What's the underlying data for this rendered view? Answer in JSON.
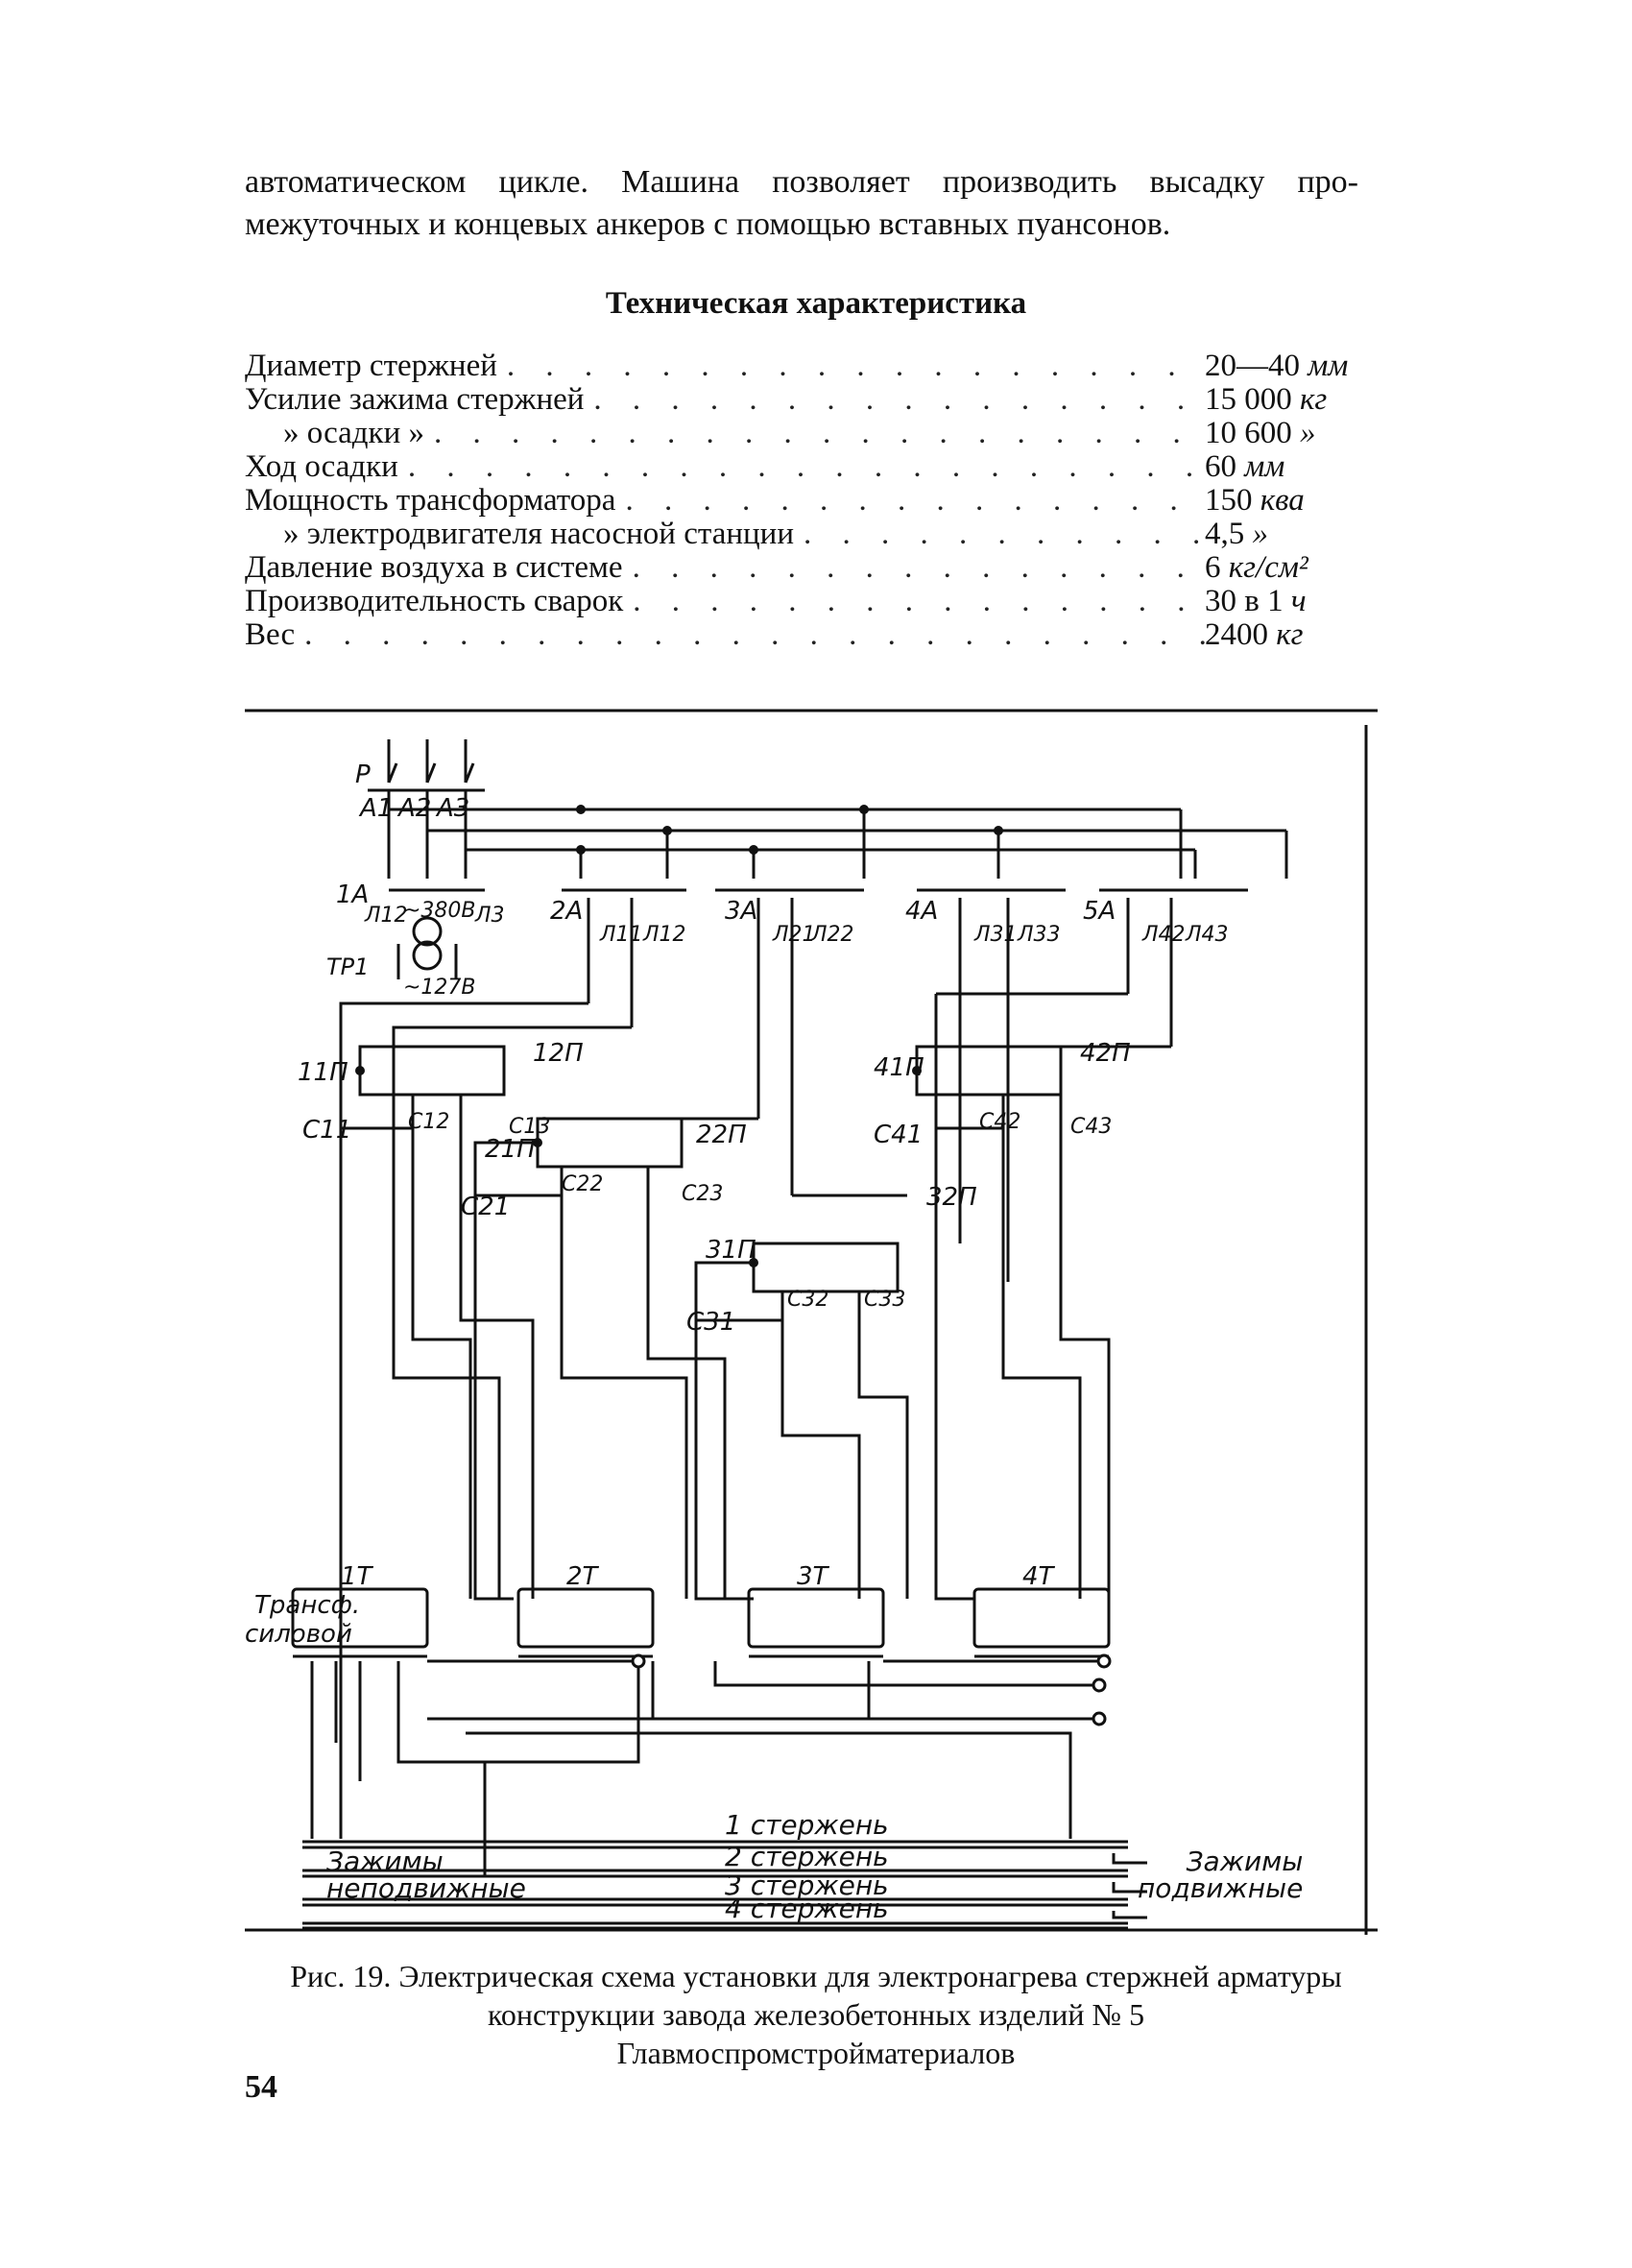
{
  "intro_text": "автоматическом цикле. Машина позволяет производить высадку про­межуточных и концевых анкеров с помощью вставных пуансонов.",
  "section_title": "Техническая характеристика",
  "specs": [
    {
      "label": "Диаметр стержней",
      "value": "20—40",
      "unit": "мм"
    },
    {
      "label": "Усилие зажима стержней",
      "value": "15 000",
      "unit": "кг"
    },
    {
      "label": "» осадки »",
      "value": "10 600",
      "unit": "»"
    },
    {
      "label": "Ход осадки",
      "value": "60",
      "unit": "мм"
    },
    {
      "label": "Мощность трансформатора",
      "value": "150",
      "unit": "ква"
    },
    {
      "label": "» электродвигателя насосной станции",
      "value": "4,5",
      "unit": "»"
    },
    {
      "label": "Давление воздуха в системе",
      "value": "6",
      "unit": "кг/см²"
    },
    {
      "label": "Производительность сварок",
      "value": "30 в 1",
      "unit": "ч"
    },
    {
      "label": "Вес",
      "value": "2400",
      "unit": "кг"
    }
  ],
  "diagram": {
    "top_labels": {
      "p": "Р",
      "a1": "А1",
      "a2": "А2",
      "a3": "А3"
    },
    "contactors": {
      "c1": "1А",
      "c2": "2А",
      "c3": "3А",
      "c4": "4А",
      "c5": "5А"
    },
    "lamps": {
      "l12": "Л12",
      "l3": "Л3",
      "l11": "Л11",
      "l12b": "Л12",
      "l21": "Л21",
      "l22": "Л22",
      "l31": "Л31",
      "l33": "Л33",
      "l42": "Л42",
      "l43": "Л43"
    },
    "voltages": {
      "v380": "~380В",
      "v127": "~127В",
      "tr": "ТР1"
    },
    "switches": {
      "p11": "11П",
      "p12": "12П",
      "p21": "21П",
      "p22": "22П",
      "p31": "31П",
      "p32": "32П",
      "p41": "41П",
      "p42": "42П"
    },
    "capacitors": {
      "c11": "С11",
      "c12": "С12",
      "c13": "С13",
      "c21": "С21",
      "c22": "С22",
      "c23": "С23",
      "c31": "С31",
      "c32": "С32",
      "c33": "С33",
      "c41": "С41",
      "c42": "С42",
      "c43": "С43"
    },
    "transformers": {
      "t1": "1Т",
      "t2": "2Т",
      "t3": "3Т",
      "t4": "4Т",
      "power_1": "Трансф.",
      "power_2": "силовой"
    },
    "rods": [
      "1 стержень",
      "2 стержень",
      "3 стержень",
      "4 стержень"
    ],
    "clamps_fixed": [
      "Зажимы",
      "неподвижные"
    ],
    "clamps_moving": [
      "Зажимы",
      "подвижные"
    ]
  },
  "caption": "Рис. 19. Электрическая схема установки для электронагрева стержней арматуры конструкции завода железобетонных из­делий № 5 Главмоспромстройматериалов",
  "page_number": "54"
}
